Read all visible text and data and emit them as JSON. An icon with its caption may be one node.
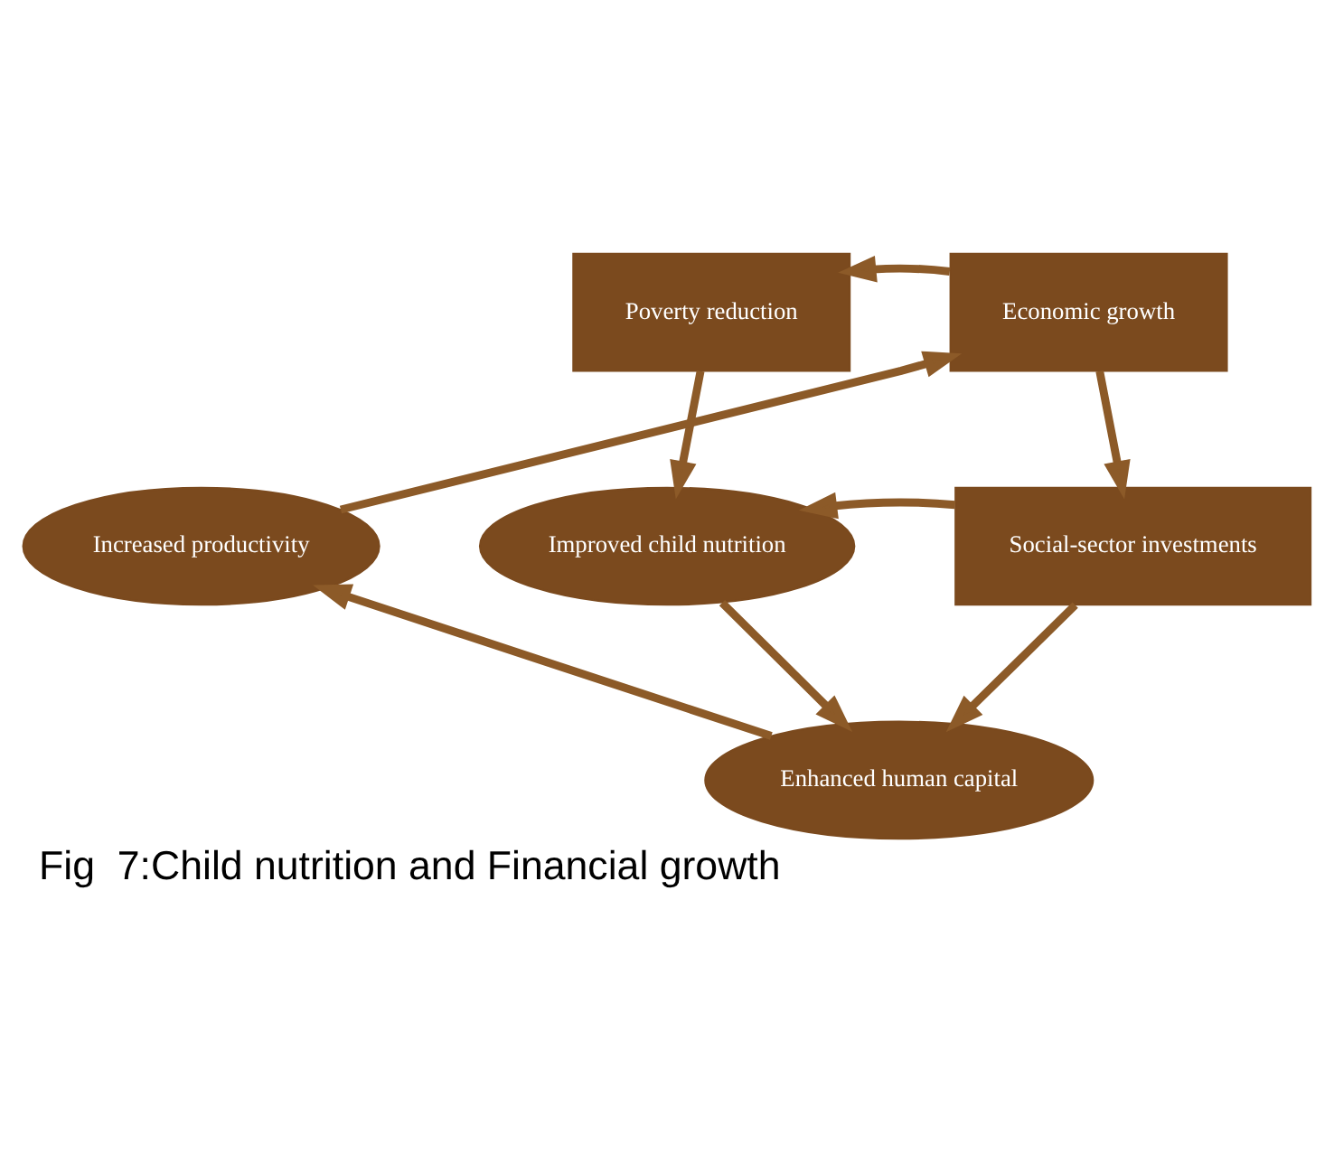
{
  "diagram": {
    "caption": "Fig  7:Child nutrition and Financial growth",
    "nodes": [
      {
        "text": [
          "Poverty reduction"
        ]
      },
      {
        "text": [
          "Economic growth"
        ]
      },
      {
        "text": [
          "Increased productivity"
        ]
      },
      {
        "text": [
          "Improved child nutrition"
        ]
      },
      {
        "text": [
          "Social-sector investments"
        ]
      },
      {
        "text": [
          "Enhanced human capital"
        ]
      }
    ],
    "edges": [
      {
        "from": 2,
        "to": 1,
        "arrow": "to"
      },
      {
        "from": 1,
        "to": 0,
        "arrow": "to"
      },
      {
        "from": 0,
        "to": 3,
        "arrow": "to"
      },
      {
        "from": 1,
        "to": 4,
        "arrow": "to"
      },
      {
        "from": 4,
        "to": 3,
        "arrow": "to"
      },
      {
        "from": 3,
        "to": 5,
        "arrow": "to"
      },
      {
        "from": 4,
        "to": 5,
        "arrow": "to"
      },
      {
        "from": 5,
        "to": 2,
        "arrow": "to"
      }
    ]
  }
}
